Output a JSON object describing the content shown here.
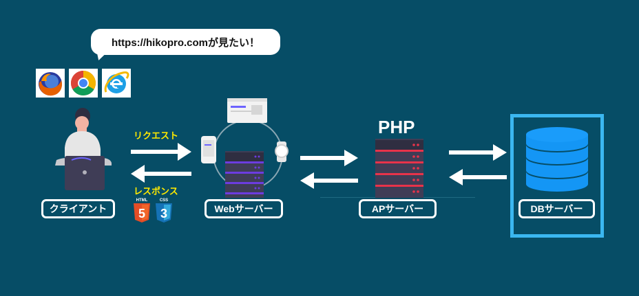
{
  "speech": {
    "text": "https://hikopro.comが見たい！"
  },
  "browsers": [
    "firefox-icon",
    "chrome-icon",
    "internet-explorer-icon"
  ],
  "labels": {
    "request": "リクエスト",
    "response": "レスポンス",
    "php": "PHP",
    "html_badge": "HTML",
    "css_badge": "CSS"
  },
  "nodes": {
    "client": "クライアント",
    "web": "Webサーバー",
    "ap": "APサーバー",
    "db": "DBサーバー"
  },
  "colors": {
    "background": "#064d66",
    "request_label": "#ffea00",
    "db_highlight": "#3bb7f0",
    "db_icon": "#1496f5",
    "html5": "#e44d26",
    "css3": "#1572b6",
    "server_accent_web": "#6c3ce0",
    "server_accent_ap": "#e8334a"
  }
}
